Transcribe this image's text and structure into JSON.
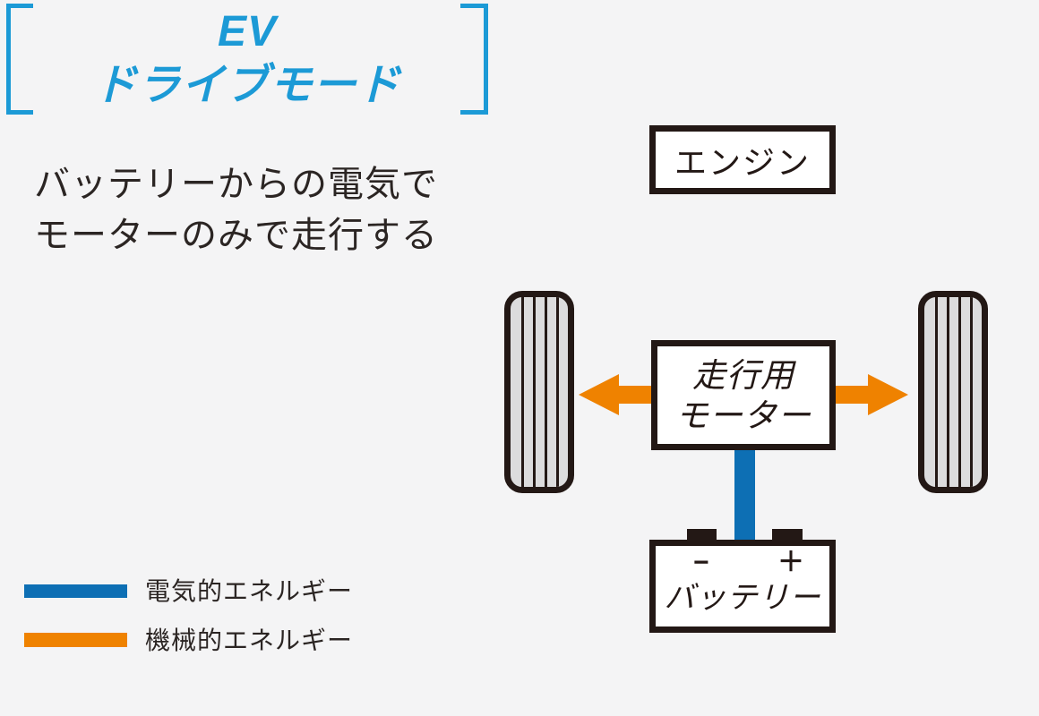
{
  "title": {
    "line1": "EV",
    "line2": "ドライブモード"
  },
  "description": {
    "line1": "バッテリーからの電気で",
    "line2": "モーターのみで走行する"
  },
  "diagram": {
    "engine_label": "エンジン",
    "motor_label_line1": "走行用",
    "motor_label_line2": "モーター",
    "battery_label": "バッテリー",
    "battery_minus_sign": "−",
    "battery_plus_sign": "＋"
  },
  "legend": {
    "items": [
      {
        "name": "electrical",
        "label": "電気的エネルギー",
        "color": "#0d6fb4"
      },
      {
        "name": "mechanical",
        "label": "機械的エネルギー",
        "color": "#ef8200"
      }
    ]
  },
  "colors": {
    "background": "#f4f4f5",
    "title_blue": "#1c9ad6",
    "outline_black": "#231815",
    "text_dark": "#2b2523",
    "electrical_blue": "#0d6fb4",
    "mechanical_orange": "#ef8200",
    "tire_fill": "#dcdcdd"
  }
}
